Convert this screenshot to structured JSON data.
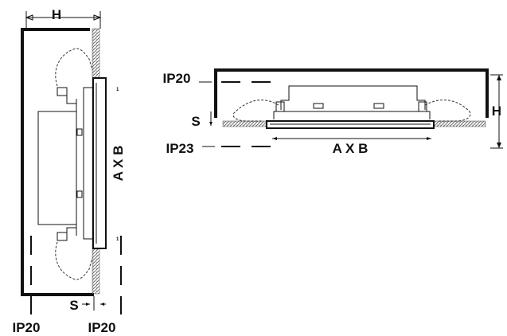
{
  "left_view": {
    "label_height": "H",
    "label_size": "A X B",
    "label_spacing": "S",
    "label_ip_bottom_left": "IP20",
    "label_ip_bottom_right": "IP20"
  },
  "right_view": {
    "label_ip_top": "IP20",
    "label_spacing": "S",
    "label_ip_bottom": "IP23",
    "label_size": "A X B",
    "label_height": "H"
  },
  "colors": {
    "line": "#111111",
    "hatch": "#555555",
    "background": "#ffffff"
  }
}
